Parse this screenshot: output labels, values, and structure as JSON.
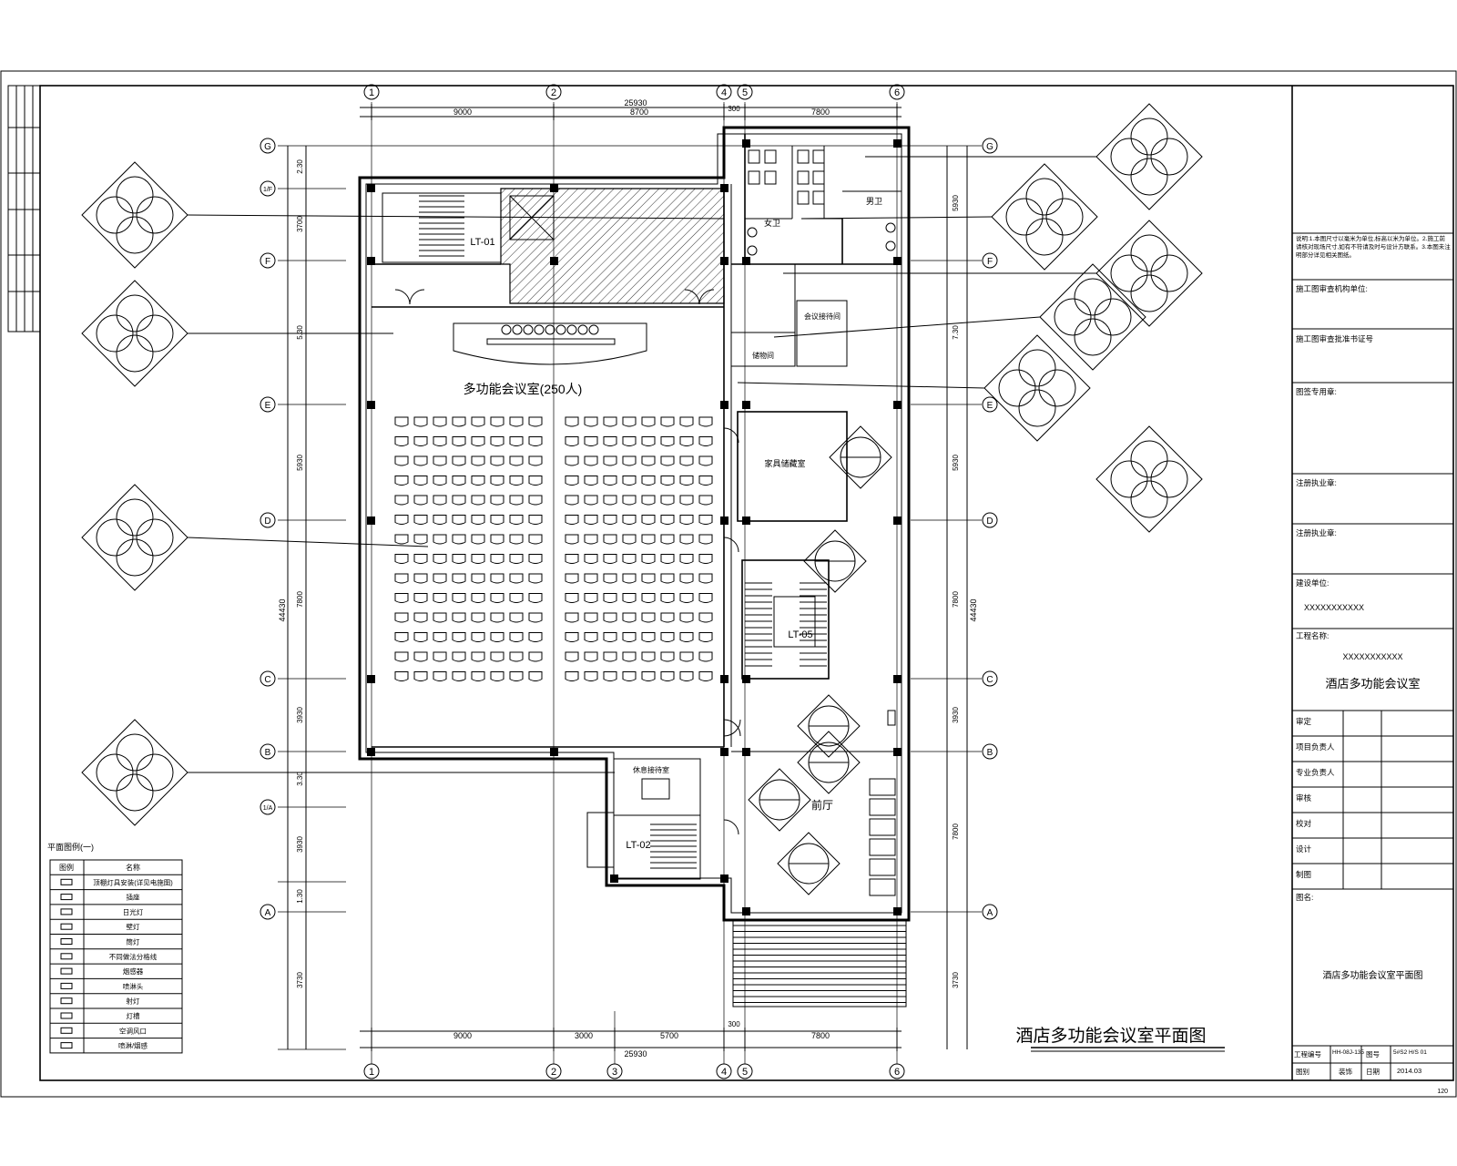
{
  "drawing_title": "酒店多功能会议室平面图",
  "rooms": {
    "hall": "多功能会议室(250人)",
    "lift_01": "LT-01",
    "lift_02": "LT-02",
    "lift_05": "LT-05",
    "lobby": "前厅",
    "female_wc": "女卫",
    "male_wc": "男卫",
    "vip_room": "会议接待间",
    "storage": "储物间",
    "furniture_store": "家具储藏室",
    "rest_room": "休息接待室"
  },
  "grid": {
    "cols_top": [
      "1",
      "2",
      "4",
      "5",
      "6"
    ],
    "cols_bottom": [
      "1",
      "2",
      "3",
      "4",
      "5",
      "6"
    ],
    "rows": [
      "G",
      "1/F",
      "F",
      "E",
      "D",
      "C",
      "B",
      "1/A",
      "A"
    ]
  },
  "dims": {
    "top_total": "25930",
    "top_segments": [
      "9000",
      "8700",
      "300",
      "7800"
    ],
    "bottom_total": "25930",
    "bottom_segments": [
      "9000",
      "3000",
      "5700",
      "300",
      "7800"
    ],
    "left_total": "44430",
    "left_segments": [
      "2.30",
      "3700",
      "5.30",
      "5930",
      "7800",
      "3930",
      "3.30",
      "3930",
      "1.30",
      "3730"
    ],
    "right_total": "44430",
    "right_segments": [
      "5930",
      "7.30",
      "5930",
      "7800",
      "3930",
      "7800",
      "3730"
    ]
  },
  "legend": {
    "title": "平面图例(一)",
    "header_symbol": "图例",
    "header_name": "名称",
    "items": [
      "顶棚灯具安装(详见电施图)",
      "插座",
      "日光灯",
      "壁灯",
      "筒灯",
      "不同做法分格线",
      "烟感器",
      "喷淋头",
      "射灯",
      "灯槽",
      "空调风口",
      "喷淋/烟感"
    ]
  },
  "title_block": {
    "notes": "说明:1.本图尺寸以毫米为单位,标高以米为单位。2.施工前请核对现场尺寸,如有不符请及时与设计方联系。3.本图未注明部分详见相关图纸。",
    "review_unit": "施工图审查机构单位:",
    "review_cert": "施工图审查批准书证号",
    "stamp": "图签专用章:",
    "reg_arch": "注册执业章:",
    "reg_eng": "注册执业章:",
    "client_label": "建设单位:",
    "client": "XXXXXXXXXXX",
    "project_label": "工程名称:",
    "project_code": "XXXXXXXXXXX",
    "project_name": "酒店多功能会议室",
    "roles": [
      "审定",
      "项目负责人",
      "专业负责人",
      "审核",
      "校对",
      "设计",
      "制图"
    ],
    "drawing_label": "图名:",
    "drawing_name": "酒店多功能会议室平面图",
    "proj_no_label": "工程编号",
    "proj_no": "HH-08J-135",
    "fig_label": "图号",
    "fig_no": "5#S2 H/S 01",
    "cat_label": "图别",
    "cat": "装饰",
    "date_label": "日期",
    "date": "2014.03"
  },
  "page_no": "120"
}
